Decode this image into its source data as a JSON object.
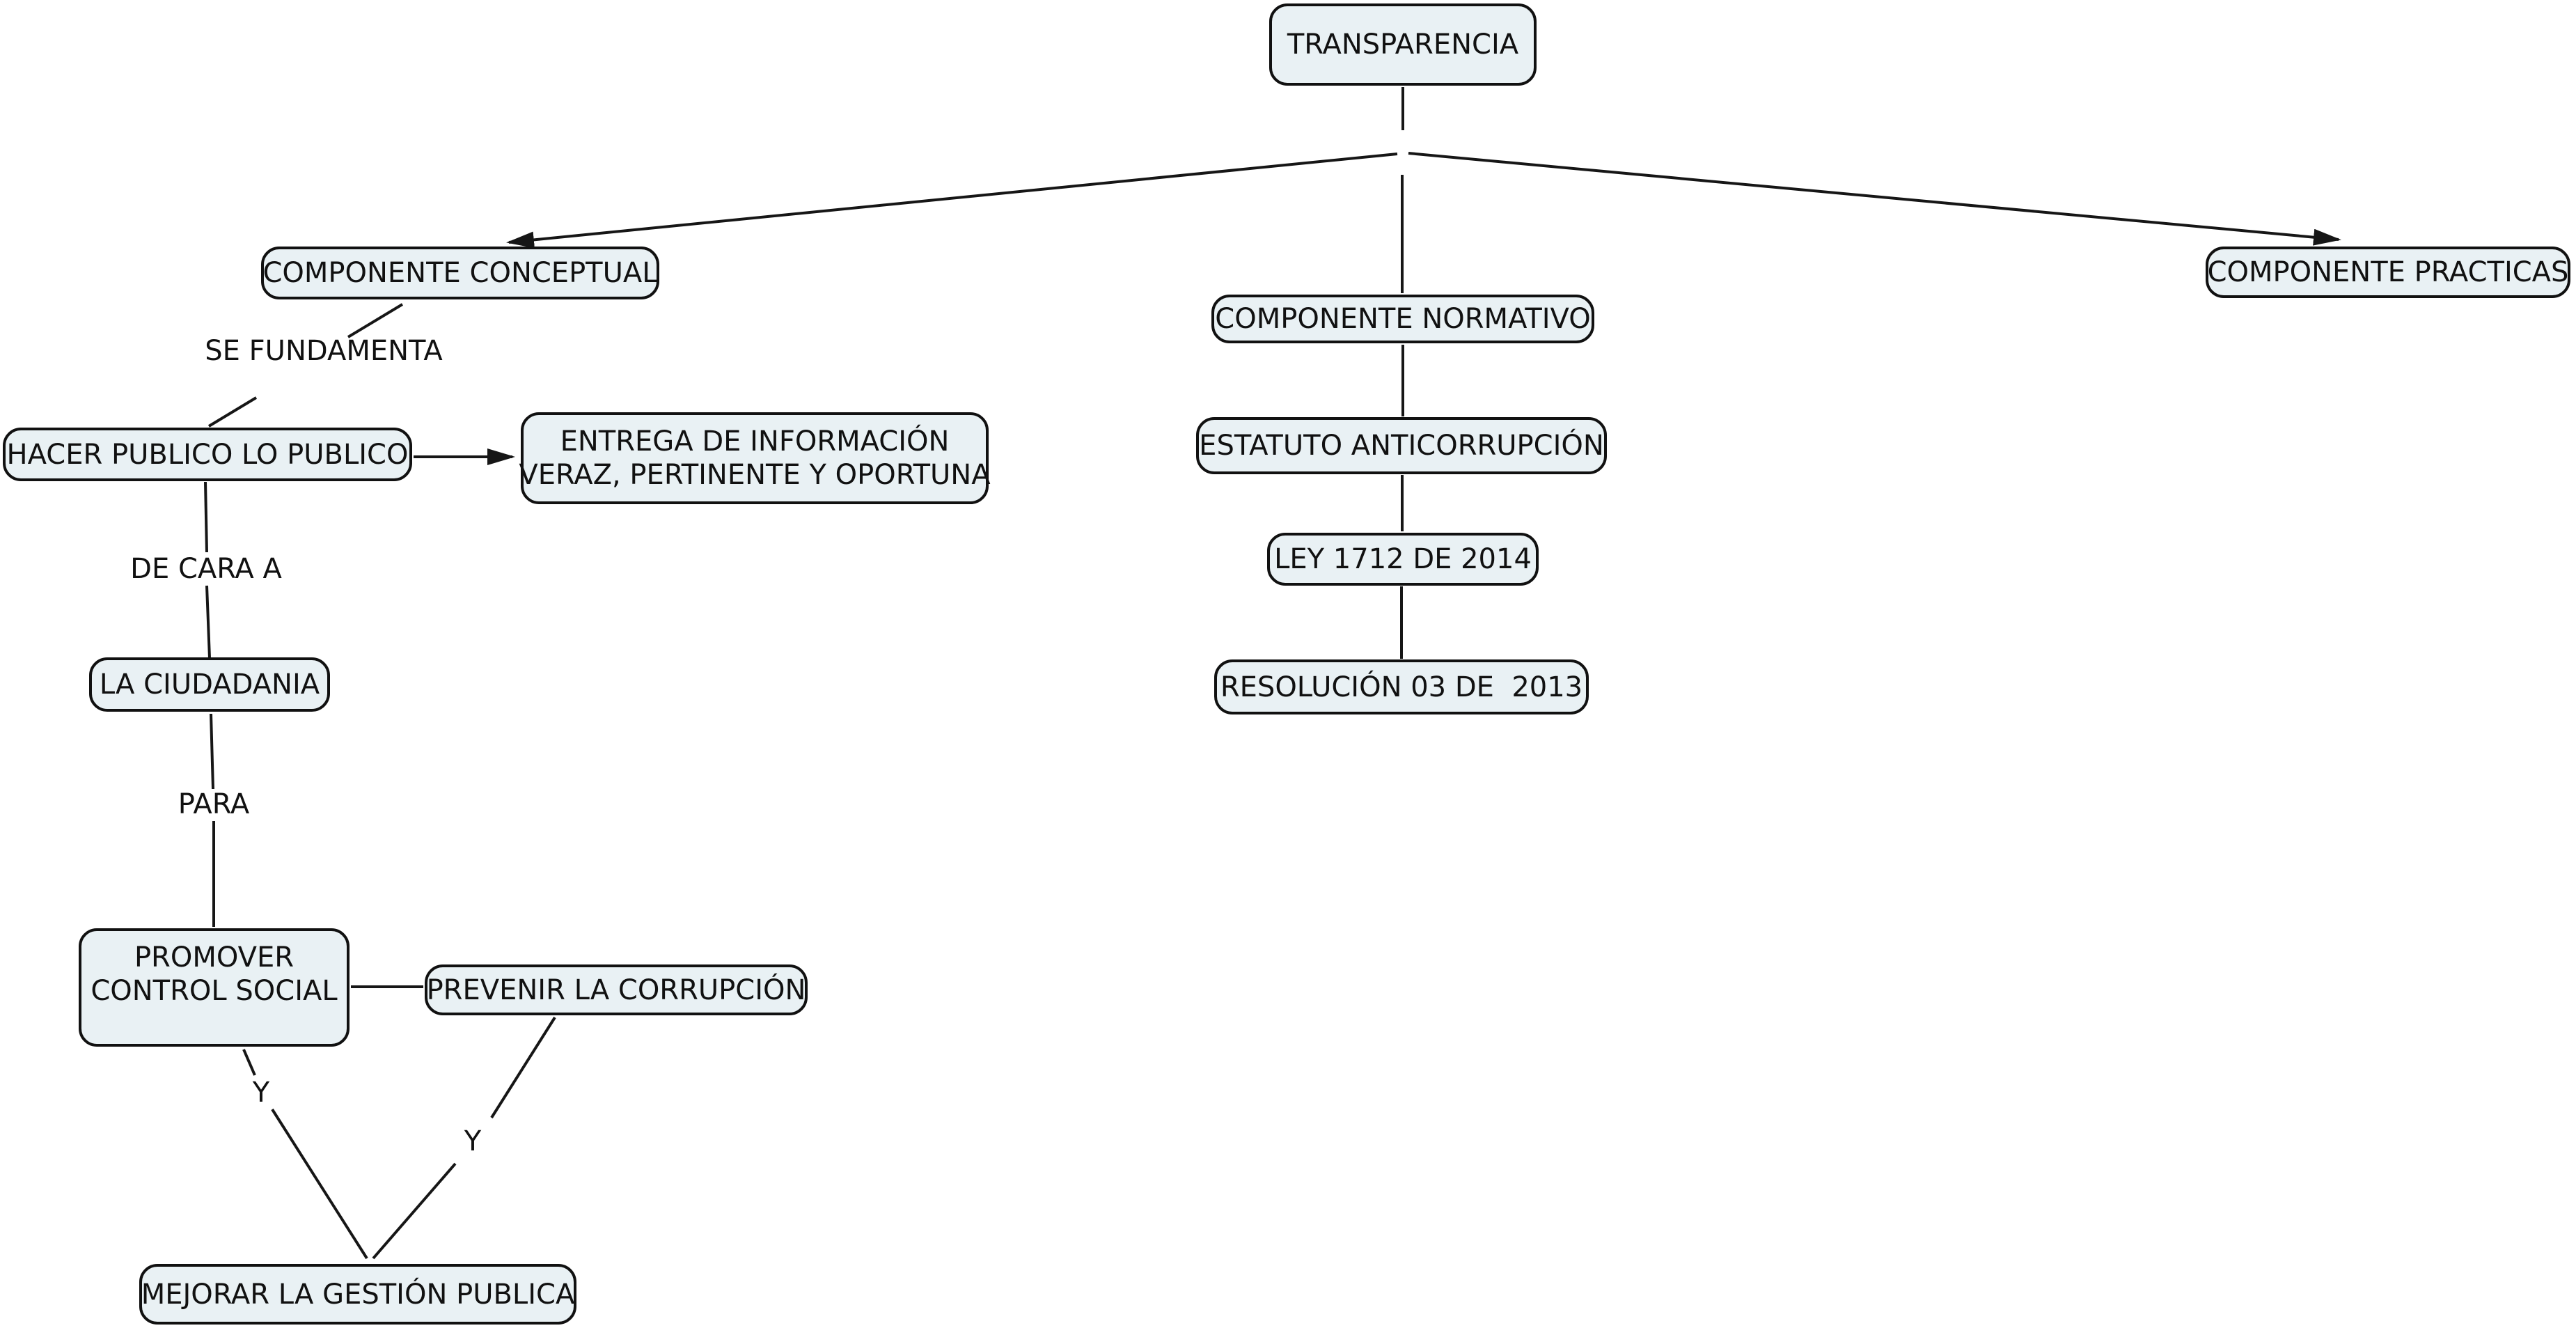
{
  "diagram": {
    "nodes": {
      "transparencia": {
        "label": "TRANSPARENCIA"
      },
      "componente_conceptual": {
        "label": "COMPONENTE CONCEPTUAL"
      },
      "componente_normativo": {
        "label": "COMPONENTE NORMATIVO"
      },
      "componente_practicas": {
        "label": "COMPONENTE PRACTICAS"
      },
      "hacer_publico": {
        "label": "HACER PUBLICO LO PUBLICO"
      },
      "entrega": {
        "label_line1": "ENTREGA DE INFORMACIÓN",
        "label_line2": "VERAZ, PERTINENTE Y OPORTUNA"
      },
      "la_ciudadania": {
        "label": "LA CIUDADANIA"
      },
      "promover": {
        "label_line1": "PROMOVER",
        "label_line2": "CONTROL SOCIAL"
      },
      "prevenir": {
        "label": "PREVENIR LA CORRUPCIÓN"
      },
      "mejorar": {
        "label": "MEJORAR LA GESTIÓN PUBLICA"
      },
      "estatuto": {
        "label": "ESTATUTO ANTICORRUPCIÓN"
      },
      "ley": {
        "label": "LEY 1712 DE 2014"
      },
      "resolucion": {
        "label": "RESOLUCIÓN 03 DE  2013"
      }
    },
    "link_labels": {
      "se_fundamenta": "SE FUNDAMENTA",
      "de_cara_a": "DE CARA A",
      "para": "PARA",
      "y_left": "Y",
      "y_right": "Y"
    },
    "colors": {
      "background": "#ffffff",
      "node_fill": "#e9f1f4",
      "node_border": "#111111",
      "line": "#161616",
      "text": "#111111"
    }
  }
}
